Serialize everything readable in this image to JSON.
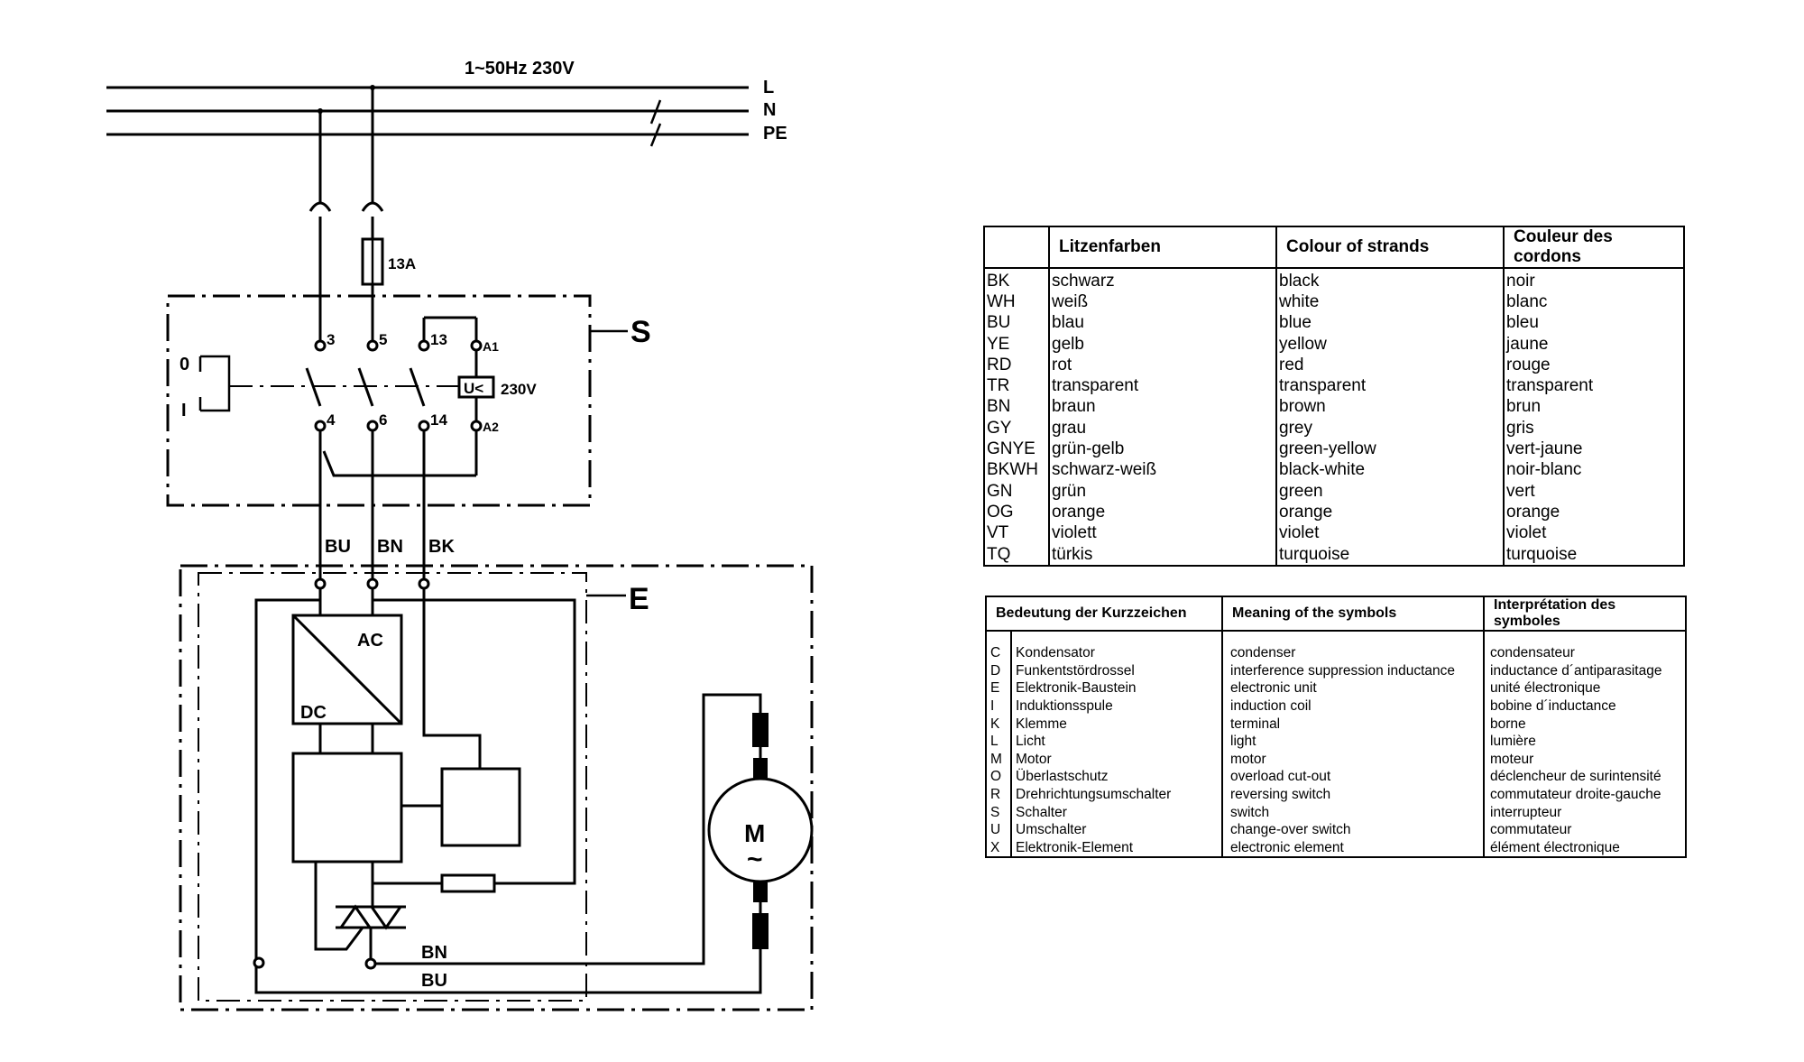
{
  "diagram": {
    "supply_label": "1~50Hz 230V",
    "line_labels": {
      "L": "L",
      "N": "N",
      "PE": "PE"
    },
    "fuse_label": "13A",
    "switch_block_label": "S",
    "electronics_block_label": "E",
    "switch_positions": {
      "off": "0",
      "on": "I"
    },
    "terminals": {
      "t3": "3",
      "t5": "5",
      "t13": "13",
      "a1": "A1",
      "t4": "4",
      "t6": "6",
      "t14": "14",
      "a2": "A2"
    },
    "undervoltage_relay": {
      "symbol": "U<",
      "voltage": "230V"
    },
    "wire_colors_in": {
      "bu": "BU",
      "bn": "BN",
      "bk": "BK"
    },
    "converter": {
      "ac": "AC",
      "dc": "DC"
    },
    "motor": {
      "letter": "M",
      "symbol": "~"
    },
    "wire_colors_out": {
      "bn": "BN",
      "bu": "BU"
    }
  },
  "colour_table": {
    "headers": [
      "",
      "Litzenfarben",
      "Colour of strands",
      "Couleur des cordons"
    ],
    "rows": [
      [
        "BK",
        "schwarz",
        "black",
        "noir"
      ],
      [
        "WH",
        "weiß",
        "white",
        "blanc"
      ],
      [
        "BU",
        "blau",
        "blue",
        "bleu"
      ],
      [
        "YE",
        "gelb",
        "yellow",
        "jaune"
      ],
      [
        "RD",
        "rot",
        "red",
        "rouge"
      ],
      [
        "TR",
        "transparent",
        "transparent",
        "transparent"
      ],
      [
        "BN",
        "braun",
        "brown",
        "brun"
      ],
      [
        "GY",
        "grau",
        "grey",
        "gris"
      ],
      [
        "GNYE",
        "grün-gelb",
        "green-yellow",
        "vert-jaune"
      ],
      [
        "BKWH",
        "schwarz-weiß",
        "black-white",
        "noir-blanc"
      ],
      [
        "GN",
        "grün",
        "green",
        "vert"
      ],
      [
        "OG",
        "orange",
        "orange",
        "orange"
      ],
      [
        "VT",
        "violett",
        "violet",
        "violet"
      ],
      [
        "TQ",
        "türkis",
        "turquoise",
        "turquoise"
      ]
    ]
  },
  "symbol_table": {
    "headers": [
      "Bedeutung der Kurzzeichen",
      "Meaning of the symbols",
      "Interprétation des symboles"
    ],
    "rows": [
      [
        "C",
        "Kondensator",
        "condenser",
        "condensateur"
      ],
      [
        "D",
        "Funkentstördrossel",
        "interference suppression inductance",
        "inductance d´antiparasitage"
      ],
      [
        "E",
        "Elektronik-Baustein",
        "electronic unit",
        "unité électronique"
      ],
      [
        "I",
        "Induktionsspule",
        "induction coil",
        "bobine d´inductance"
      ],
      [
        "K",
        "Klemme",
        "terminal",
        "borne"
      ],
      [
        "L",
        "Licht",
        "light",
        "lumière"
      ],
      [
        "M",
        "Motor",
        "motor",
        "moteur"
      ],
      [
        "O",
        "Überlastschutz",
        "overload cut-out",
        "déclencheur de surintensité"
      ],
      [
        "R",
        "Drehrichtungsumschalter",
        "reversing switch",
        "commutateur droite-gauche"
      ],
      [
        "S",
        "Schalter",
        "switch",
        "interrupteur"
      ],
      [
        "U",
        "Umschalter",
        "change-over switch",
        "commutateur"
      ],
      [
        "X",
        "Elektronik-Element",
        "electronic element",
        "élément électronique"
      ]
    ]
  }
}
